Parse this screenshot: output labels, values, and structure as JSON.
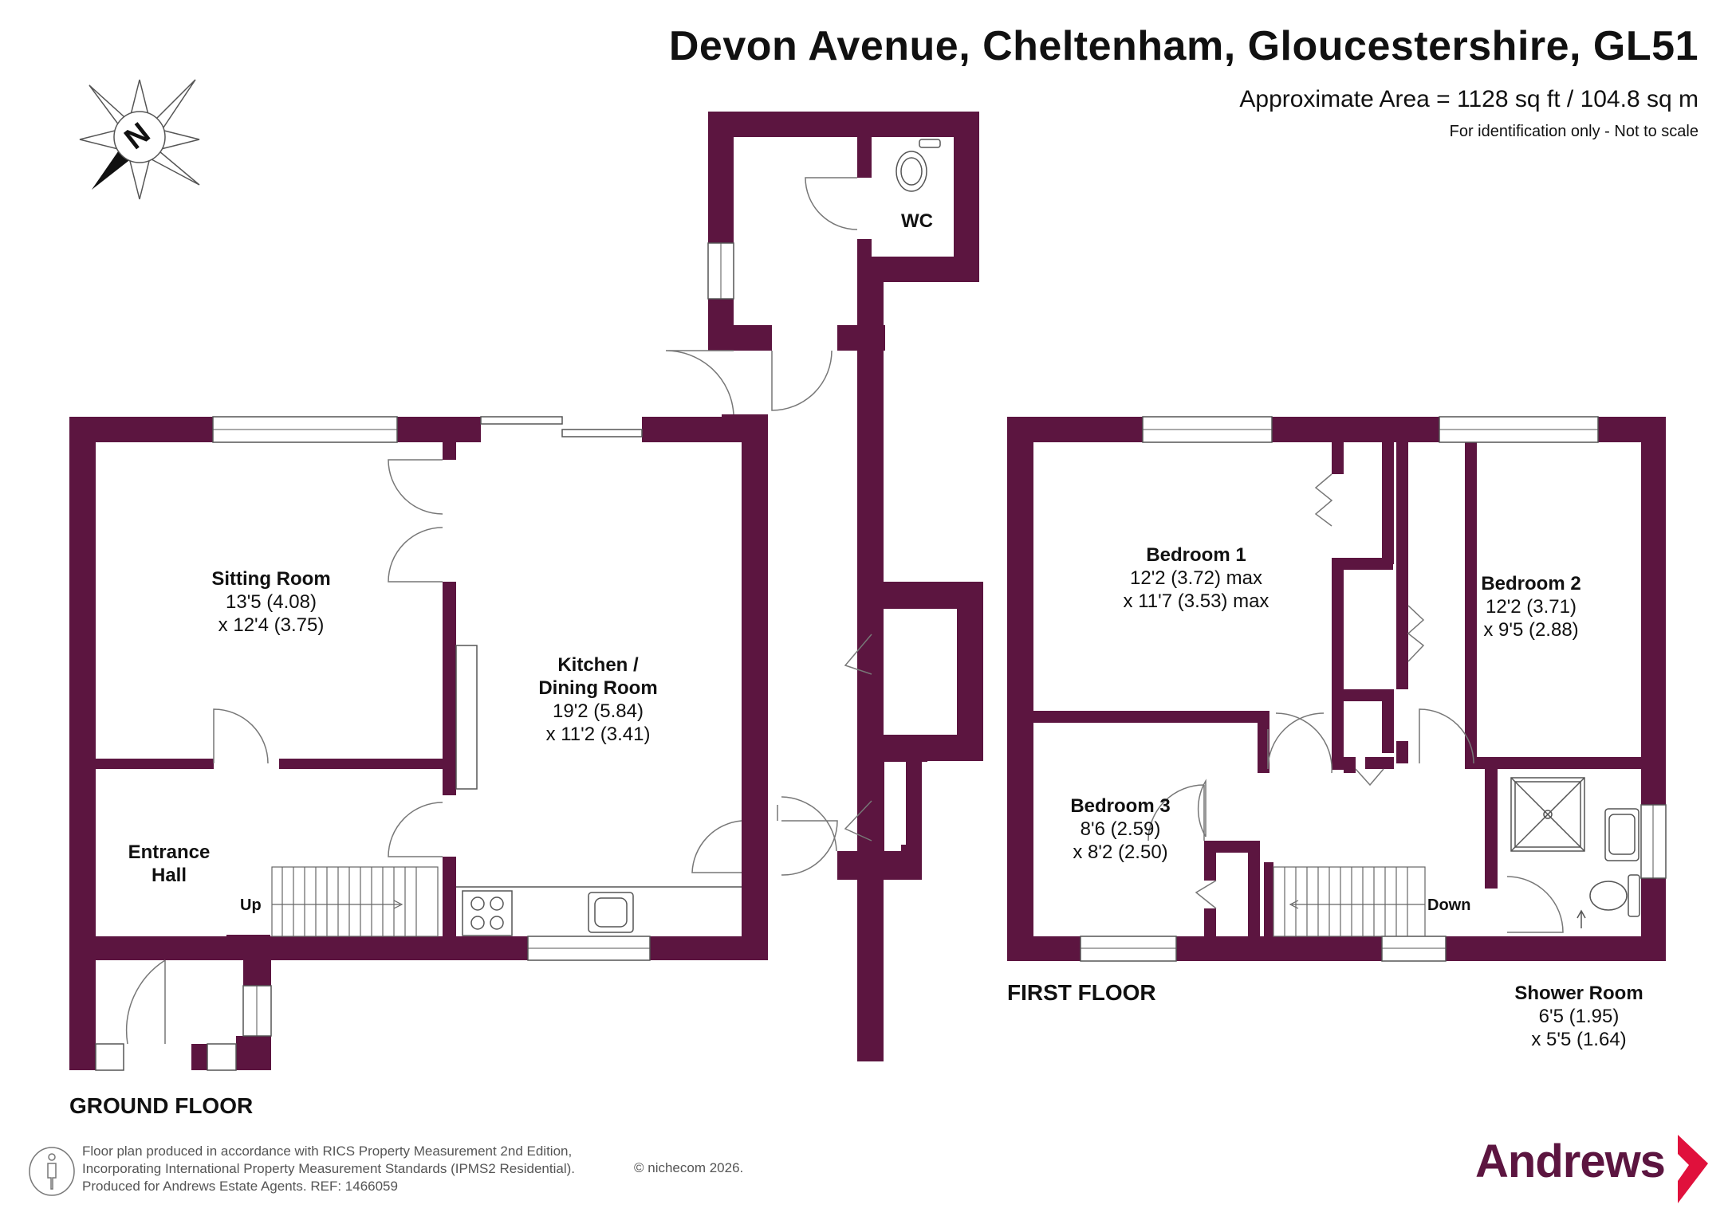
{
  "header": {
    "title": "Devon Avenue, Cheltenham, Gloucestershire, GL51",
    "area": "Approximate Area = 1128 sq ft / 104.8 sq m",
    "scale_note": "For identification only - Not to scale"
  },
  "rooms": {
    "sitting": {
      "name": "Sitting Room",
      "dim1": "13'5 (4.08)",
      "dim2": "x 12'4 (3.75)"
    },
    "kitchen": {
      "name1": "Kitchen /",
      "name2": "Dining Room",
      "dim1": "19'2 (5.84)",
      "dim2": "x 11'2 (3.41)"
    },
    "entrance": {
      "name1": "Entrance",
      "name2": "Hall"
    },
    "wc": {
      "name": "WC"
    },
    "bedroom1": {
      "name": "Bedroom 1",
      "dim1": "12'2 (3.72) max",
      "dim2": "x 11'7 (3.53) max"
    },
    "bedroom2": {
      "name": "Bedroom 2",
      "dim1": "12'2 (3.71)",
      "dim2": "x 9'5 (2.88)"
    },
    "bedroom3": {
      "name": "Bedroom 3",
      "dim1": "8'6 (2.59)",
      "dim2": "x 8'2 (2.50)"
    },
    "shower": {
      "name": "Shower Room",
      "dim1": "6'5 (1.95)",
      "dim2": "x 5'5 (1.64)"
    }
  },
  "stairs": {
    "up": "Up",
    "down": "Down"
  },
  "floors": {
    "ground": "GROUND FLOOR",
    "first": "FIRST FLOOR"
  },
  "compass": {
    "letter": "N"
  },
  "footer": {
    "line1": "Floor plan produced in accordance with RICS Property Measurement 2nd Edition,",
    "line2": "Incorporating International Property Measurement Standards (IPMS2 Residential).",
    "line3": "Produced for Andrews Estate Agents.   REF: 1466059",
    "copyright": "© nichecom 2026."
  },
  "brand": {
    "name": "Andrews"
  },
  "colors": {
    "wall": "#5c1540",
    "brand": "#5c1540",
    "door_line": "#777777"
  }
}
